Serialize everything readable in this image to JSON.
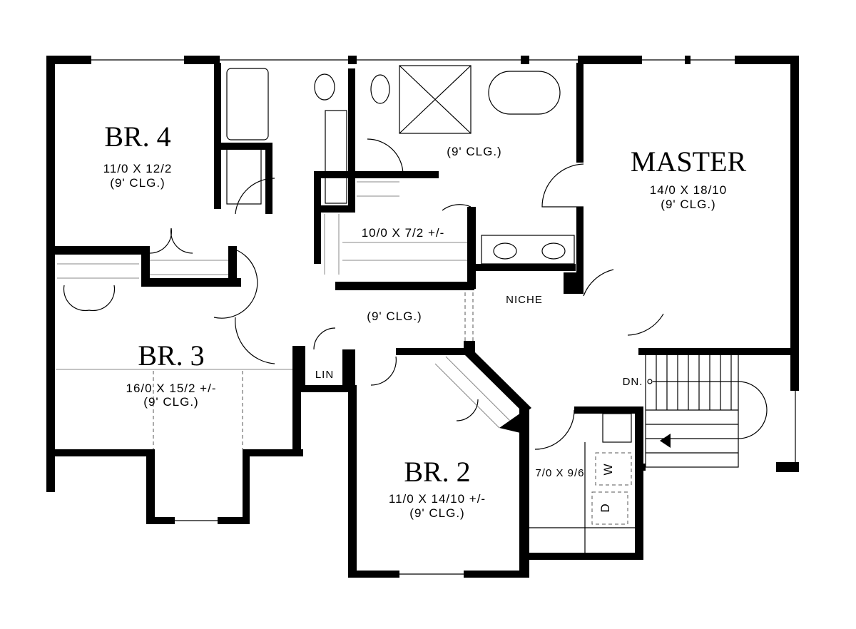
{
  "rooms": {
    "br4": {
      "name": "BR. 4",
      "size": "11/0 X 12/2",
      "ceiling": "(9' CLG.)"
    },
    "master": {
      "name": "MASTER",
      "size": "14/0 X 18/10",
      "ceiling": "(9' CLG.)"
    },
    "master_bath": {
      "ceiling": "(9' CLG.)"
    },
    "closet": {
      "size": "10/0 X 7/2 +/-"
    },
    "niche": {
      "name": "NICHE"
    },
    "hall": {
      "ceiling": "(9' CLG.)"
    },
    "br3": {
      "name": "BR. 3",
      "size": "16/0 X 15/2 +/-",
      "ceiling": "(9' CLG.)"
    },
    "linen": {
      "name": "LIN"
    },
    "br2": {
      "name": "BR. 2",
      "size": "11/0 X 14/10 +/-",
      "ceiling": "(9' CLG.)"
    },
    "laundry": {
      "size": "7/0 X 9/6",
      "washer": "W",
      "dryer": "D"
    },
    "stairs": {
      "label": "DN."
    }
  }
}
